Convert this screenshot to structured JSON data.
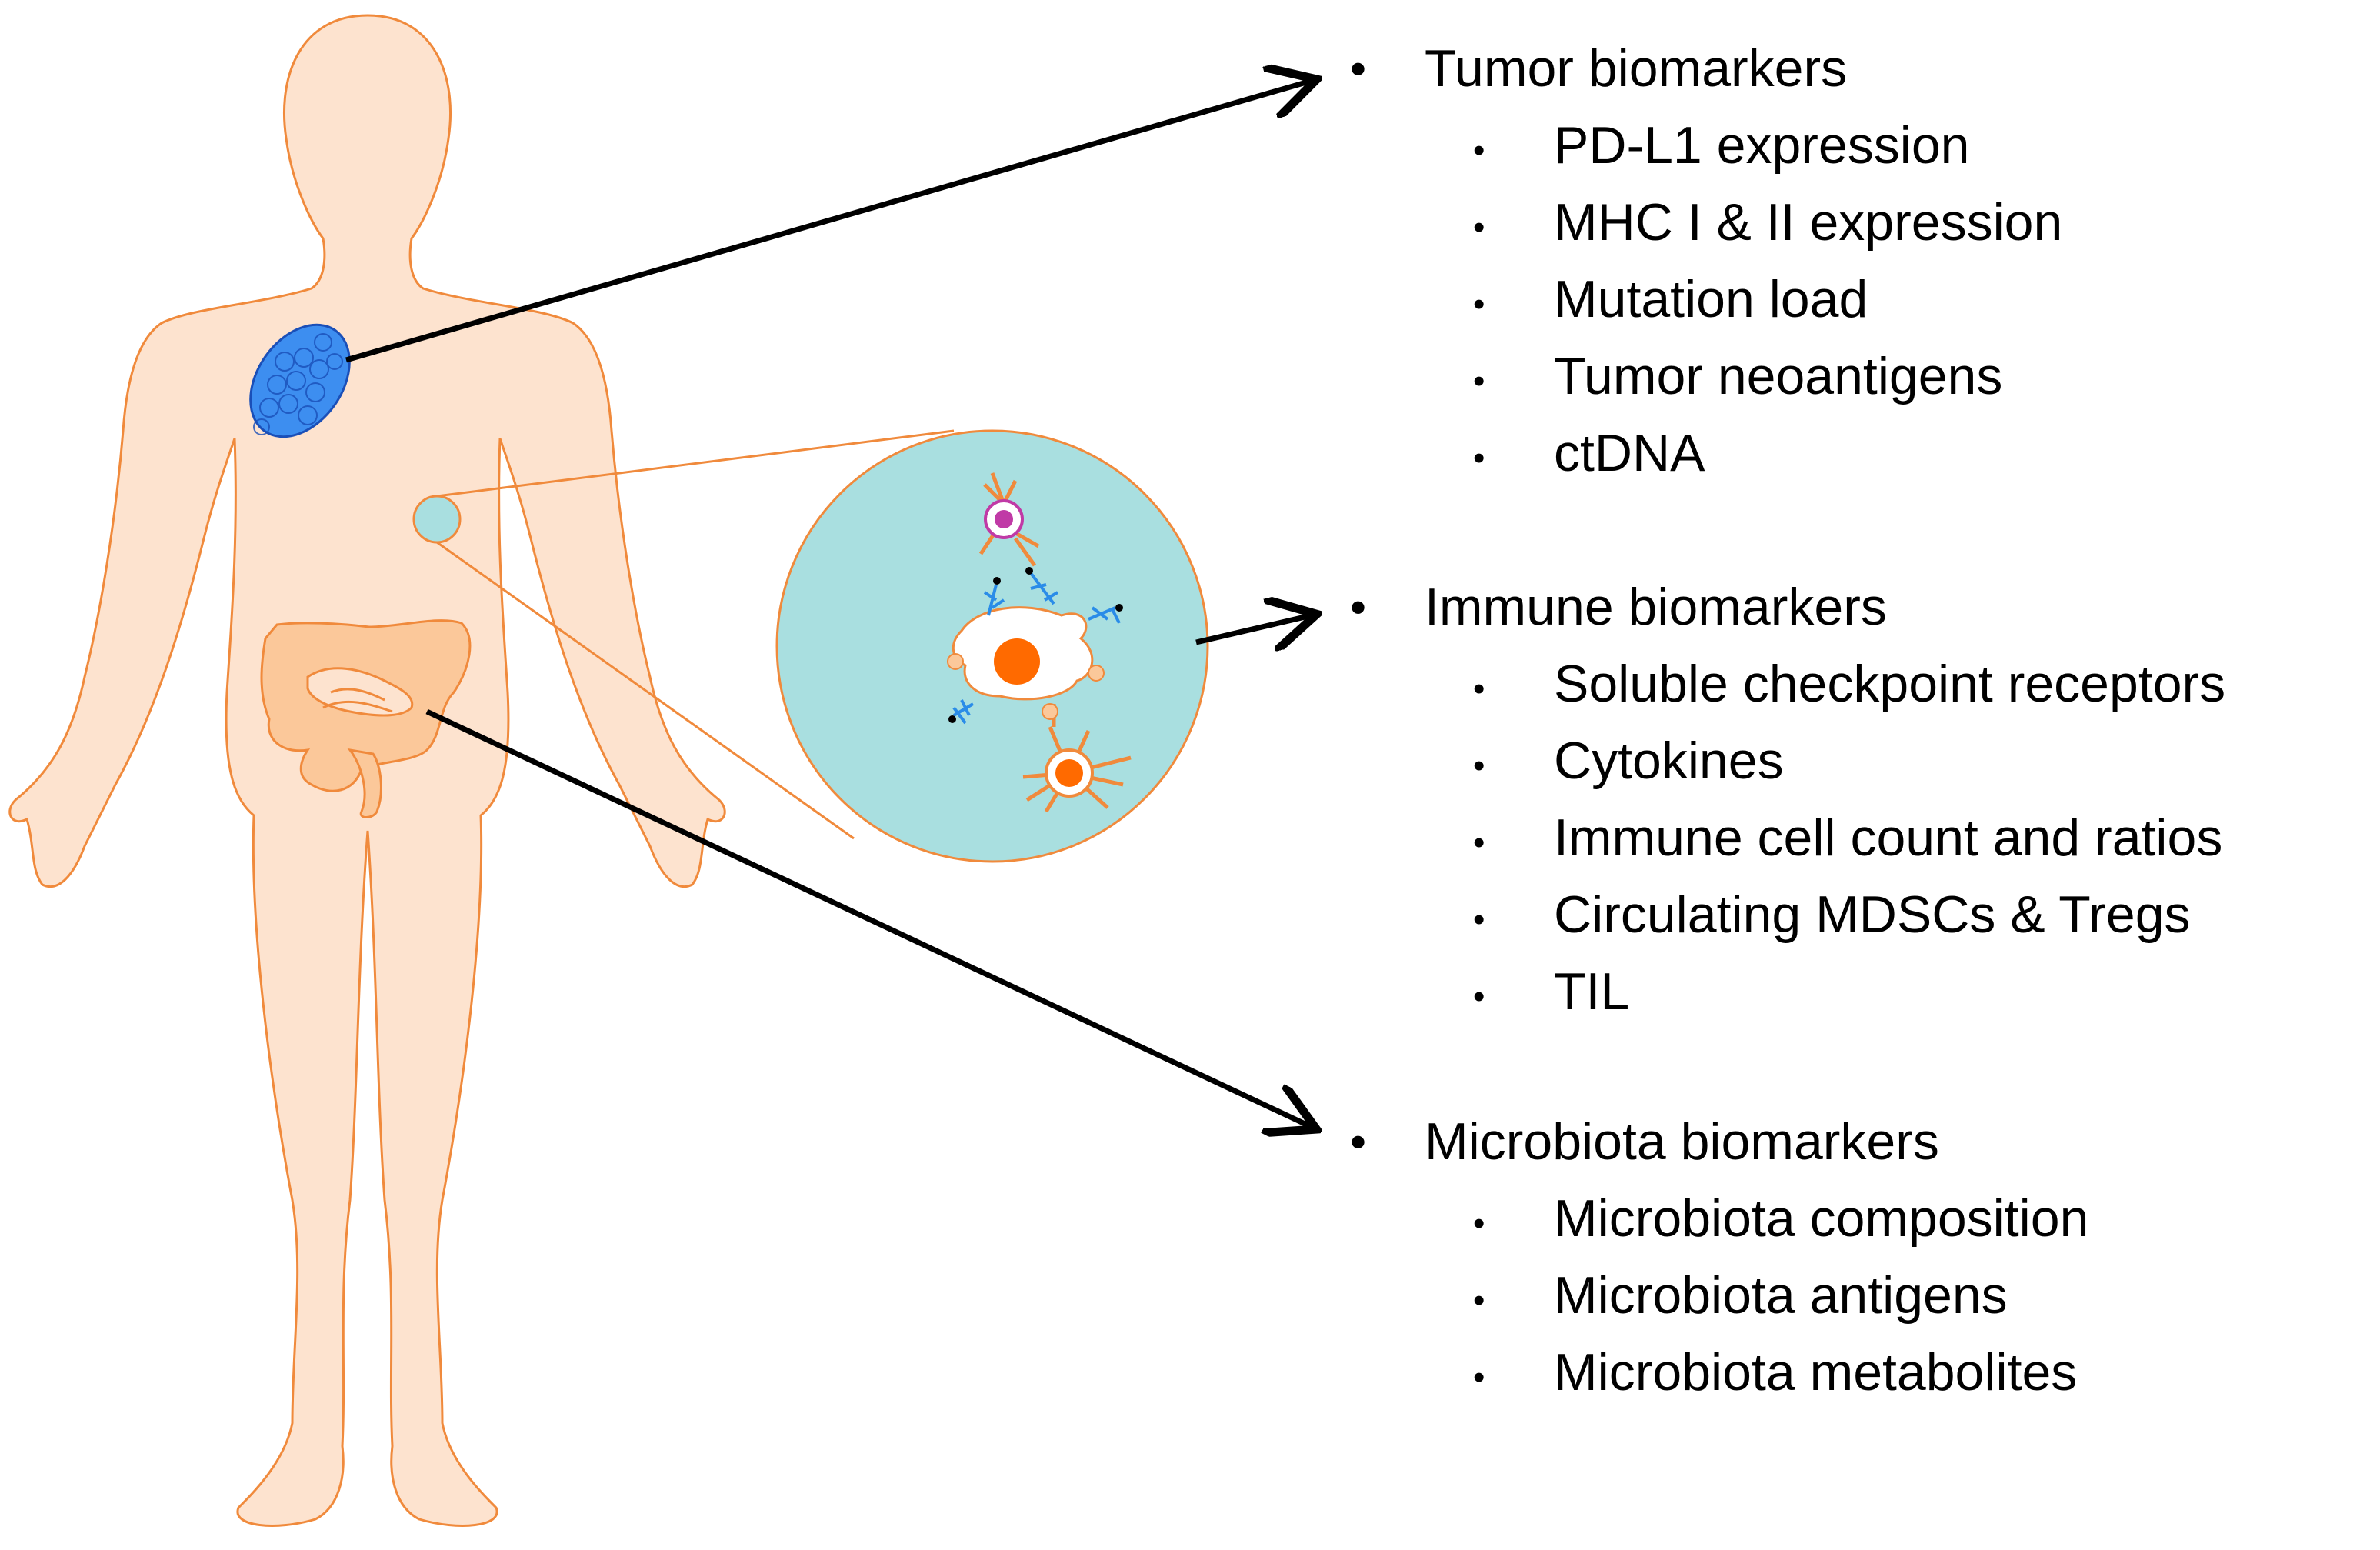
{
  "groups": [
    {
      "heading": "Tumor biomarkers",
      "items": [
        "PD-L1 expression",
        "MHC I & II expression",
        "Mutation load",
        "Tumor neoantigens",
        "ctDNA"
      ]
    },
    {
      "heading": "Immune biomarkers",
      "items": [
        "Soluble checkpoint receptors",
        "Cytokines",
        "Immune cell count and ratios",
        "Circulating MDSCs & Tregs",
        "TIL"
      ]
    },
    {
      "heading": "Microbiota biomarkers",
      "items": [
        "Microbiota composition",
        "Microbiota antigens",
        "Microbiota metabolites"
      ]
    }
  ],
  "bullet_char": "•",
  "colors": {
    "body_fill": "#fde3cf",
    "body_stroke": "#f08a3c",
    "tumor_fill": "#3d8ef0",
    "tumor_stroke": "#1a4fb8",
    "inset_fill": "#a9dfe0",
    "inset_stroke": "#f08a3c",
    "gut_fill": "#fbc89a",
    "cell_orange": "#ff6a00",
    "cell_purple": "#c03aa6",
    "receptor_blue": "#2a8ce8",
    "arrow": "#000000"
  }
}
